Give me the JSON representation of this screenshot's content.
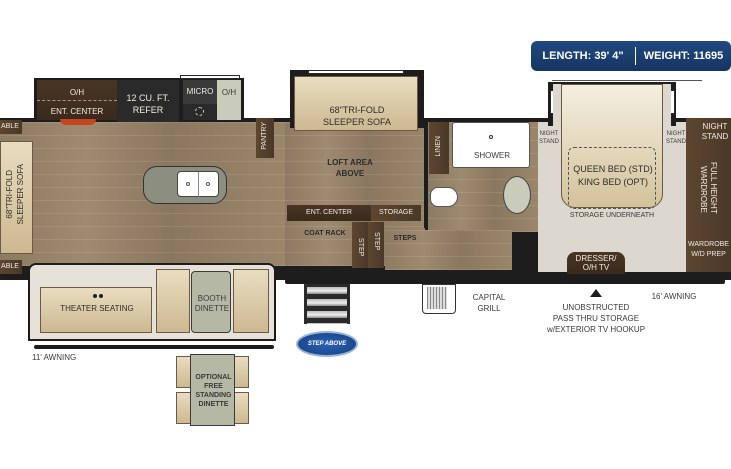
{
  "specs": {
    "length_label": "LENGTH: 39' 4\"",
    "weight_label": "WEIGHT: 11695",
    "badge_color": "#1d4478"
  },
  "rooms": {
    "living": {
      "oh_label": "O/H",
      "ent_center": "ENT. CENTER",
      "refer": [
        "12 CU. FT.",
        "REFER"
      ],
      "micro": "MICRO",
      "micro_oh": "O/H",
      "pantry": "PANTRY",
      "left_sofa": [
        "68\"TRI-FOLD",
        "SLEEPER SOFA"
      ],
      "table_top": "ABLE",
      "table_bottom": "ABLE",
      "theater_seating": "THEATER SEATING",
      "booth_dinette": [
        "BOOTH",
        "DINETTE"
      ],
      "optional_dinette": [
        "OPTIONAL",
        "FREE",
        "STANDING",
        "DINETTE"
      ]
    },
    "loft": {
      "sofa": [
        "68\"TRI-FOLD",
        "SLEEPER SOFA"
      ],
      "loft_area": [
        "LOFT AREA",
        "ABOVE"
      ],
      "ent_center": "ENT. CENTER",
      "storage": "STORAGE",
      "coat_rack": "COAT RACK",
      "step1": "STEP",
      "step2": "STEP",
      "steps": "STEPS"
    },
    "bath": {
      "linen": "LINEN",
      "shower": "SHOWER"
    },
    "bedroom": {
      "night_stand_left": [
        "NIGHT",
        "STAND"
      ],
      "night_stand_right": [
        "NIGHT",
        "STAND"
      ],
      "bed": [
        "QUEEN BED (STD)",
        "KING BED (OPT)"
      ],
      "storage_underneath": "STORAGE UNDERNEATH",
      "night_stand_far": [
        "NIGHT",
        "STAND"
      ],
      "full_height_wardrobe": [
        "FULL HEIGHT",
        "WARDROBE"
      ],
      "wardrobe_wd": [
        "WARDROBE",
        "W/D PREP"
      ],
      "dresser": [
        "DRESSER/",
        "O/H TV"
      ]
    }
  },
  "exterior": {
    "awning_left": "11' AWNING",
    "awning_right": "16' AWNING",
    "capital_grill": [
      "CAPITAL",
      "GRILL"
    ],
    "pass_thru": [
      "UNOBSTRUCTED",
      "PASS THRU STORAGE",
      "w/EXTERIOR TV HOOKUP"
    ],
    "logo_text": "STEP ABOVE"
  }
}
